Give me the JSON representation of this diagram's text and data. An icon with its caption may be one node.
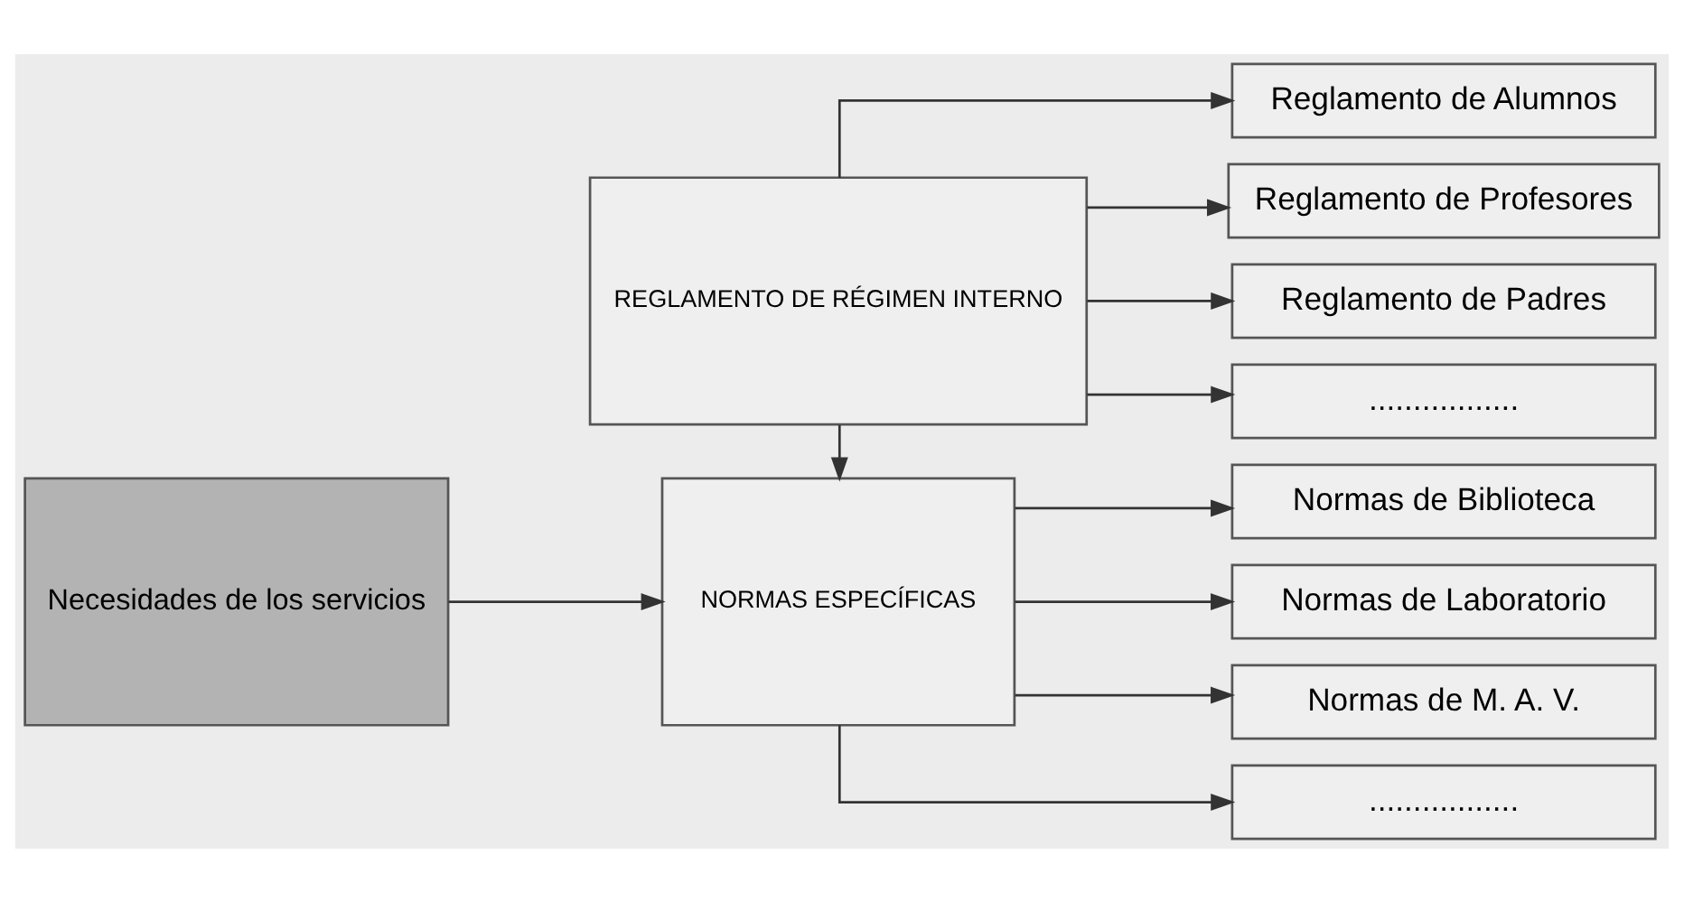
{
  "diagram": {
    "nodes": [
      {
        "text": [
          "REGLAMENTO DE RÉGIMEN INTERNO"
        ]
      },
      {
        "text": [
          "Reglamento de Alumnos"
        ]
      },
      {
        "text": [
          "Reglamento de Profesores"
        ]
      },
      {
        "text": [
          "Reglamento de Padres"
        ]
      },
      {
        "text": [
          "................."
        ]
      },
      {
        "text": [
          "Necesidades de los servicios"
        ]
      },
      {
        "text": [
          "NORMAS ESPECÍFICAS"
        ]
      },
      {
        "text": [
          "Normas de Biblioteca"
        ]
      },
      {
        "text": [
          "Normas de Laboratorio"
        ]
      },
      {
        "text": [
          "Normas de M. A. V."
        ]
      },
      {
        "text": [
          "................."
        ]
      }
    ],
    "edges": [
      {
        "from": 0,
        "to": 1,
        "arrow": "to"
      },
      {
        "from": 0,
        "to": 2,
        "arrow": "to"
      },
      {
        "from": 0,
        "to": 3,
        "arrow": "to"
      },
      {
        "from": 0,
        "to": 4,
        "arrow": "to"
      },
      {
        "from": 0,
        "to": 6,
        "arrow": "to"
      },
      {
        "from": 5,
        "to": 6,
        "arrow": "to"
      },
      {
        "from": 6,
        "to": 7,
        "arrow": "to"
      },
      {
        "from": 6,
        "to": 8,
        "arrow": "to"
      },
      {
        "from": 6,
        "to": 9,
        "arrow": "to"
      },
      {
        "from": 6,
        "to": 10,
        "arrow": "to"
      }
    ]
  }
}
